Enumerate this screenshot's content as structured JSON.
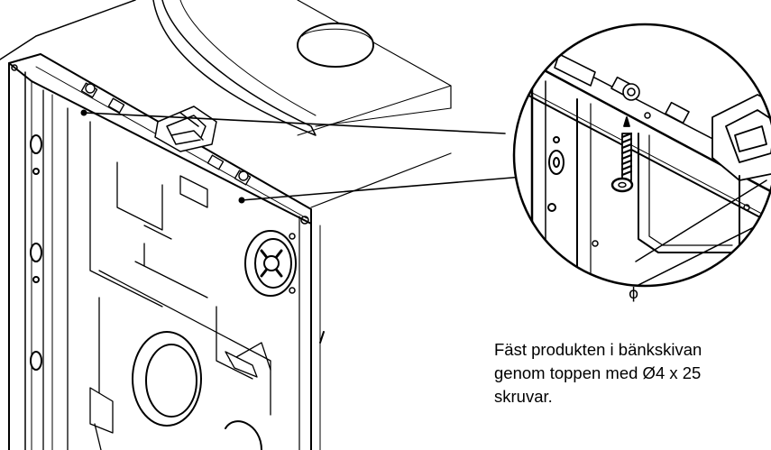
{
  "instruction": {
    "lines": [
      "Fäst produkten i bänkskivan",
      "genom toppen med Ø4 x 25",
      "skruvar."
    ]
  },
  "detail": {
    "symbol": "ɸ"
  },
  "colors": {
    "line": "#000000",
    "fill": "#ffffff",
    "shade": "#dcdcdc"
  }
}
